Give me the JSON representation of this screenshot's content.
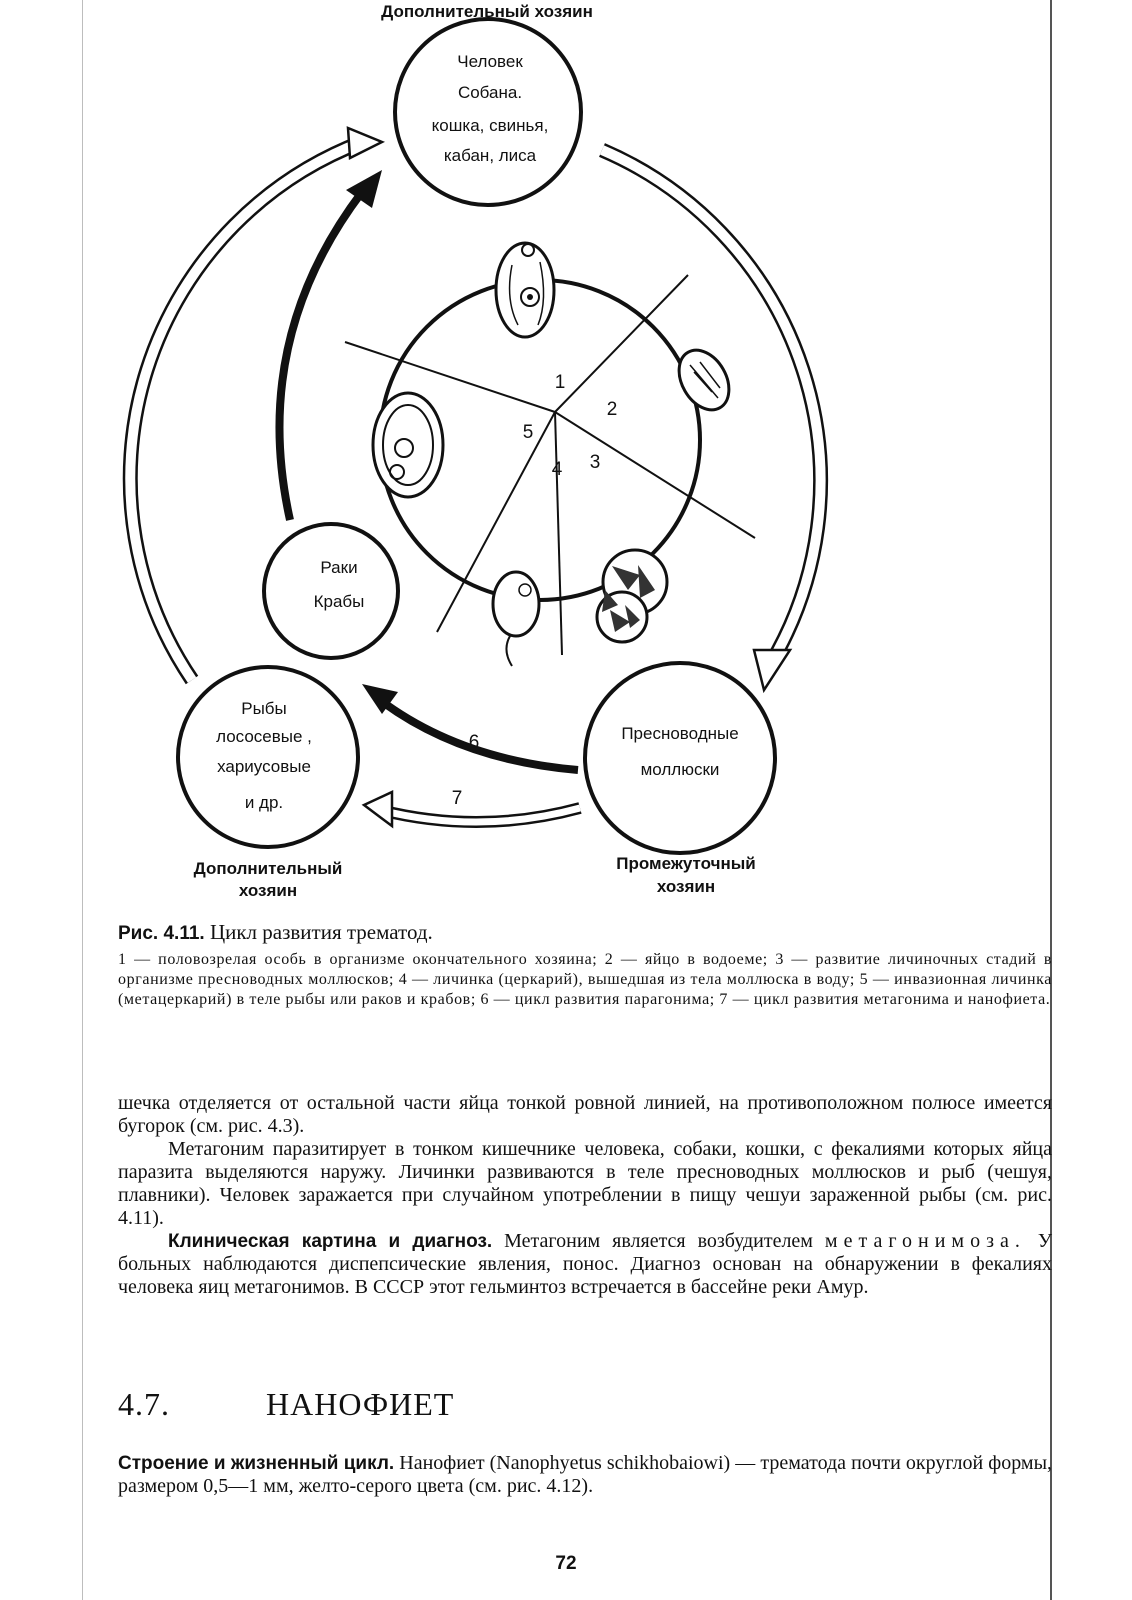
{
  "diagram": {
    "top_label": "Дополнительный хозяин",
    "definitive_host": [
      "Человек",
      "Собана.",
      "кошка, свинья,",
      "кабан, лиса"
    ],
    "crustaceans": [
      "Раки",
      "Крабы"
    ],
    "fish": [
      "Рыбы",
      "лососевые ,",
      "хариусовые",
      "и др."
    ],
    "molluscs": [
      "Пресноводные",
      "моллюски"
    ],
    "fish_host_label": [
      "Дополнительный",
      "хозяин"
    ],
    "mollusc_host_label": [
      "Промежуточный",
      "хозяин"
    ],
    "stage_numbers": [
      "1",
      "2",
      "3",
      "4",
      "5",
      "6",
      "7"
    ]
  },
  "caption": {
    "label": "Рис. 4.11.",
    "title": "Цикл развития трематод.",
    "legend": "1 — половозрелая особь в организме окончательного хозяина; 2 — яйцо в водоеме; 3 — развитие личиночных стадий в организме пресноводных моллюсков; 4 — личинка (церкарий), вышедшая из тела моллюска в воду; 5 — инвазионная личинка (метацеркарий) в теле рыбы или раков и крабов; 6 — цикл развития парагонима; 7 — цикл развития метагонима и нанофиета."
  },
  "text": {
    "p1": "шечка отделяется от остальной части яйца тонкой ровной линией, на противоположном полюсе имеется бугорок (см. рис. 4.3).",
    "p2": "Метагоним паразитирует в тонком кишечнике человека, собаки, кошки, с фекалиями которых яйца паразита выделяются наружу. Личинки развиваются в теле пресноводных моллюсков и рыб (чешуя, плавники). Человек заражается при случайном употреблении в пищу чешуи зараженной рыбы (см. рис. 4.11).",
    "p3_bold": "Клиническая картина и диагноз.",
    "p3_a": " Метагоним является возбудителем ",
    "p3_spaced": "метагонимоза.",
    "p3_b": " У больных наблюдаются диспепсические явления, понос. Диагноз основан на обнаружении в фекалиях человека яиц метагонимов. В СССР этот гельминтоз встречается в бассейне реки Амур."
  },
  "section": {
    "number": "4.7.",
    "title": "НАНОФИЕТ"
  },
  "text2": {
    "bold": "Строение и жизненный цикл.",
    "rest": " Нанофиет (Nanophyetus schikhobaiowi) — трематода почти округлой формы, размером 0,5—1 мм, желто-серого цвета (см. рис. 4.12)."
  },
  "page_number": "72"
}
